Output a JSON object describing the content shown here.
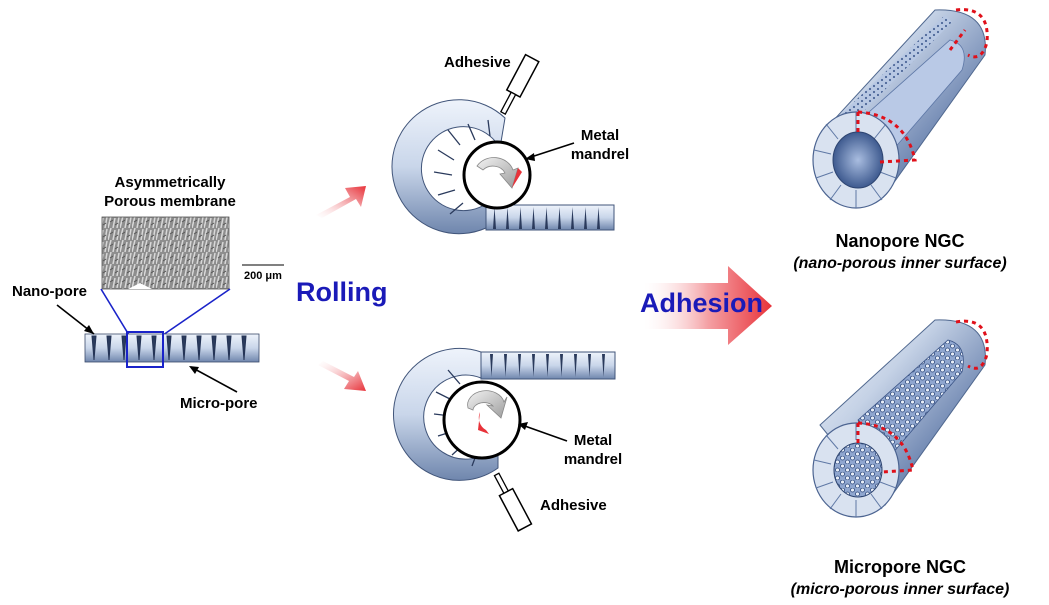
{
  "membrane": {
    "title_line1": "Asymmetrically",
    "title_line2": "Porous membrane",
    "scale_bar": "200 μm",
    "nano_pore": "Nano-pore",
    "micro_pore": "Micro-pore"
  },
  "process": {
    "rolling": "Rolling",
    "adhesion": "Adhesion"
  },
  "top_roll": {
    "adhesive": "Adhesive",
    "mandrel_line1": "Metal",
    "mandrel_line2": "mandrel"
  },
  "bottom_roll": {
    "adhesive": "Adhesive",
    "mandrel_line1": "Metal",
    "mandrel_line2": "mandrel"
  },
  "products": {
    "nanopore_title": "Nanopore NGC",
    "nanopore_sub": "(nano-porous inner surface)",
    "micropore_title": "Micropore NGC",
    "micropore_sub": "(micro-porous inner surface)"
  },
  "colors": {
    "process_text": "#1a1ab8",
    "arrow_red": "#e8333a",
    "tube_blue": "#8aa4d0",
    "dotted_red": "#e0101a"
  }
}
